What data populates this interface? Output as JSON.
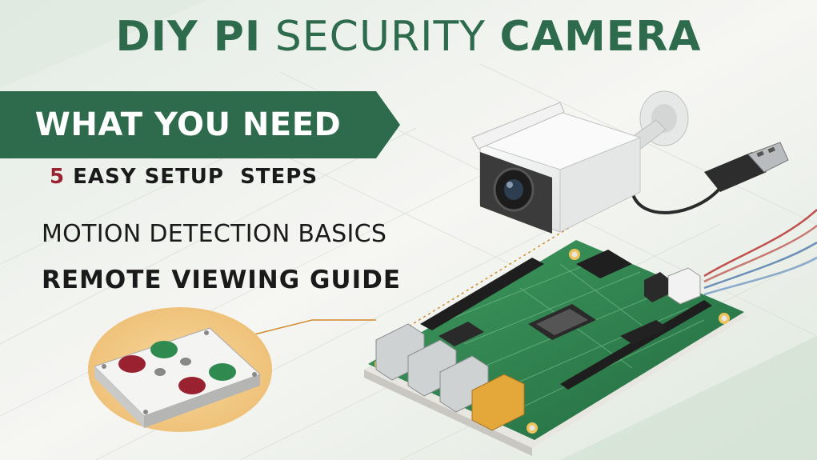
{
  "title": {
    "part1": "DIY PI",
    "part2": "SECURITY",
    "part3": "CAMERA"
  },
  "banner": {
    "label": "WHAT YOU NEED"
  },
  "steps": {
    "number": "5",
    "text": "EASY SETUP  STEPS"
  },
  "motion": {
    "text": "MOTION DETECTION BASICS"
  },
  "remote": {
    "text": "REMOTE VIEWING GUIDE"
  },
  "colors": {
    "brand_green": "#2d6b4c",
    "accent_red": "#9a2230",
    "board_green": "#2f8a4f",
    "background": "#f4f5f2"
  },
  "illustrations": [
    "security-camera",
    "usb-cable",
    "raspberry-pi-board",
    "button-module"
  ]
}
